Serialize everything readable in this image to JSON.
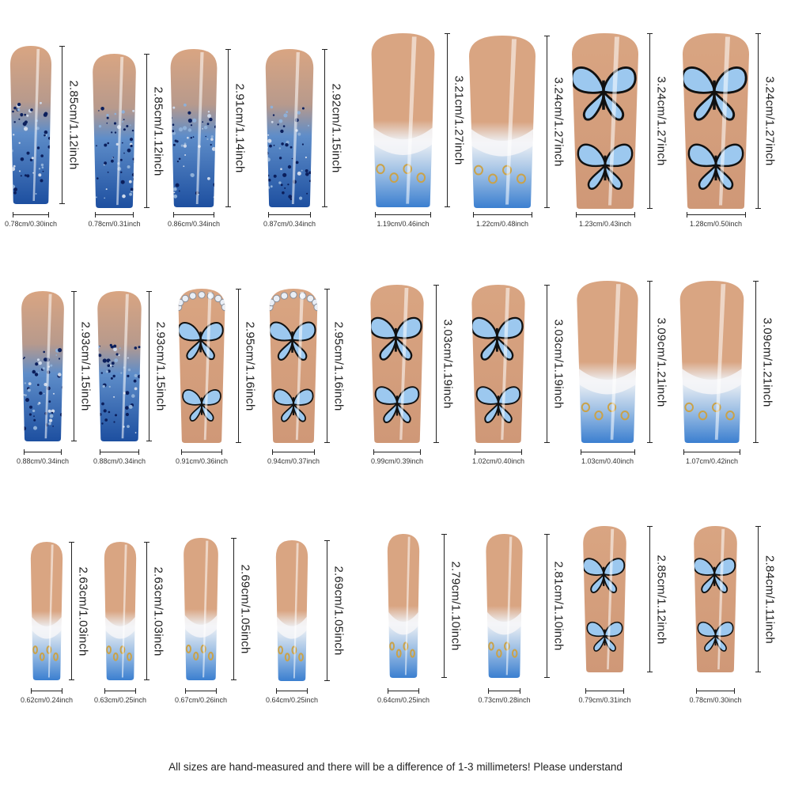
{
  "nails": [
    {
      "style": "glitter",
      "length": "2.85cm/1.12inch",
      "width": "0.78cm/0.30inch"
    },
    {
      "style": "glitter",
      "length": "2.85cm/1.12inch",
      "width": "0.78cm/0.31inch"
    },
    {
      "style": "glitter",
      "length": "2.91cm/1.14inch",
      "width": "0.86cm/0.34inch"
    },
    {
      "style": "glitter",
      "length": "2.92cm/1.15inch",
      "width": "0.87cm/0.34inch"
    },
    {
      "style": "french",
      "length": "3.21cm/1.27inch",
      "width": "1.19cm/0.46inch"
    },
    {
      "style": "french",
      "length": "3.24cm/1.27inch",
      "width": "1.22cm/0.48inch"
    },
    {
      "style": "butterfly",
      "length": "3.24cm/1.27inch",
      "width": "1.23cm/0.43inch"
    },
    {
      "style": "butterfly",
      "length": "3.24cm/1.27inch",
      "width": "1.28cm/0.50inch"
    },
    {
      "style": "glitter",
      "length": "2.93cm/1.15inch",
      "width": "0.88cm/0.34inch"
    },
    {
      "style": "glitter",
      "length": "2.93cm/1.15inch",
      "width": "0.88cm/0.34inch"
    },
    {
      "style": "butterfly-rhinestone",
      "length": "2.95cm/1.16inch",
      "width": "0.91cm/0.36inch"
    },
    {
      "style": "butterfly-rhinestone",
      "length": "2.95cm/1.16inch",
      "width": "0.94cm/0.37inch"
    },
    {
      "style": "butterfly",
      "length": "3.03cm/1.19inch",
      "width": "0.99cm/0.39inch"
    },
    {
      "style": "butterfly",
      "length": "3.03cm/1.19inch",
      "width": "1.02cm/0.40inch"
    },
    {
      "style": "french",
      "length": "3.09cm/1.21inch",
      "width": "1.03cm/0.40inch"
    },
    {
      "style": "french",
      "length": "3.09cm/1.21inch",
      "width": "1.07cm/0.42inch"
    },
    {
      "style": "french",
      "length": "2.63cm/1.03inch",
      "width": "0.62cm/0.24inch"
    },
    {
      "style": "french",
      "length": "2.63cm/1.03inch",
      "width": "0.63cm/0.25inch"
    },
    {
      "style": "french",
      "length": "2.69cm/1.05inch",
      "width": "0.67cm/0.26inch"
    },
    {
      "style": "french",
      "length": "2.69cm/1.05inch",
      "width": "0.64cm/0.25inch"
    },
    {
      "style": "french",
      "length": "2.79cm/1.10inch",
      "width": "0.64cm/0.25inch"
    },
    {
      "style": "french",
      "length": "2.81cm/1.10inch",
      "width": "0.73cm/0.28inch"
    },
    {
      "style": "butterfly",
      "length": "2.85cm/1.12inch",
      "width": "0.79cm/0.31inch"
    },
    {
      "style": "butterfly",
      "length": "2.84cm/1.11inch",
      "width": "0.78cm/0.30inch"
    }
  ],
  "colors": {
    "nude": "#d9a582",
    "blue": "#3b7fd0",
    "deep_blue": "#1d4fa0",
    "butterfly_blue": "#9cc8ef",
    "gold": "#c9a24a"
  },
  "footnote": "All sizes are hand-measured and there will be a difference of 1-3 millimeters! Please understand"
}
